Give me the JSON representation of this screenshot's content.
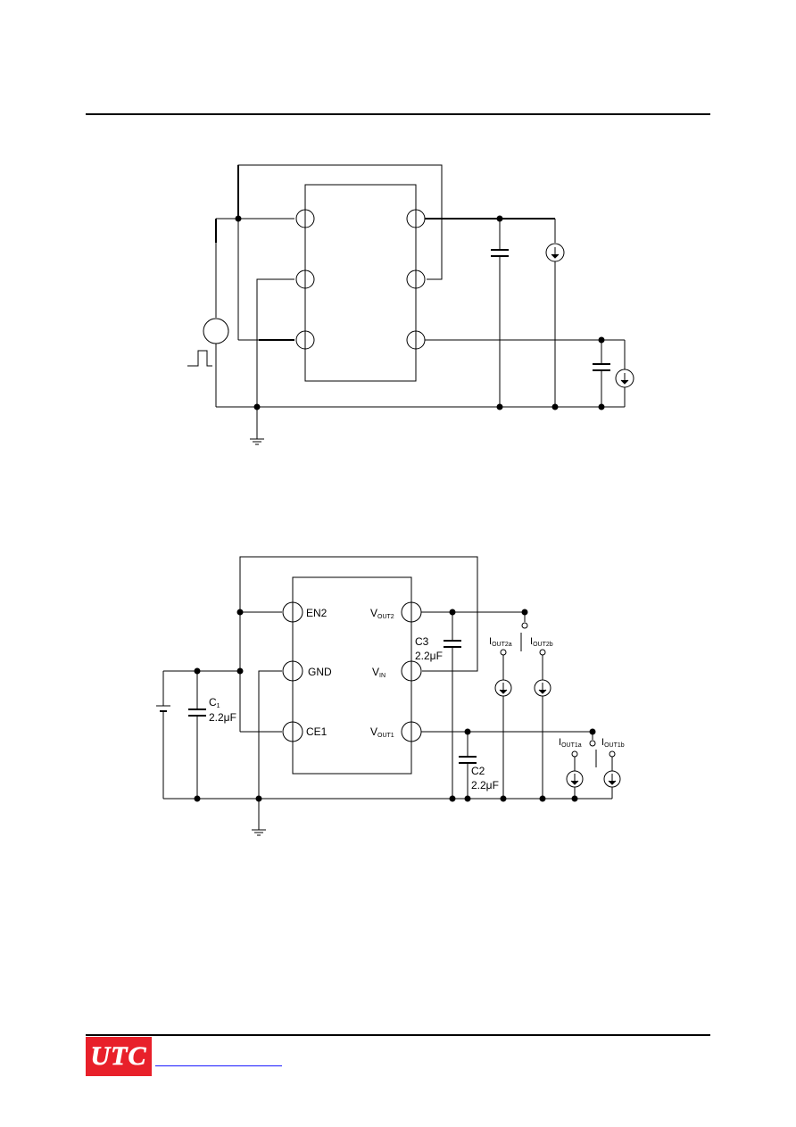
{
  "figure1": {
    "labels": []
  },
  "figure2": {
    "pins_left": [
      "EN2",
      "GND",
      "CE1"
    ],
    "pins_right": [
      {
        "main": "V",
        "sub": "OUT2"
      },
      {
        "main": "V",
        "sub": "IN"
      },
      {
        "main": "V",
        "sub": "OUT1"
      }
    ],
    "c3": {
      "name": "C3",
      "value": "2.2μF"
    },
    "c1": {
      "name": "C",
      "sub": "1",
      "value": "2.2μF"
    },
    "c2": {
      "name": "C2",
      "value": "2.2μF"
    },
    "loads": [
      {
        "main": "I",
        "sub": "OUT2a"
      },
      {
        "main": "I",
        "sub": "OUT2b"
      },
      {
        "main": "I",
        "sub": "OUT1a"
      },
      {
        "main": "I",
        "sub": "OUT1b"
      }
    ]
  },
  "footer": {
    "logo": "UTC",
    "logo_color": "#e8202a",
    "link_color": "#1a1aff"
  }
}
